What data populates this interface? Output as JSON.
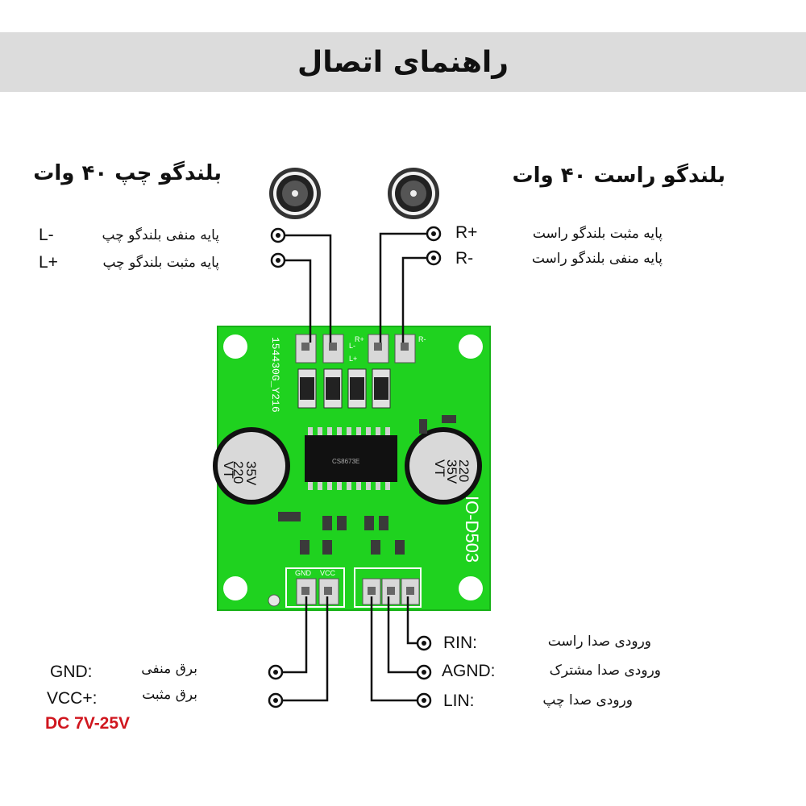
{
  "title": "راهنمای اتصال",
  "left_speaker": {
    "heading": "بلندگو چپ ۴۰ وات",
    "pins": [
      {
        "code": "L-",
        "desc": "پایه منفی بلندگو چپ"
      },
      {
        "code": "L+",
        "desc": "پایه مثبت بلندگو چپ"
      }
    ]
  },
  "right_speaker": {
    "heading": "بلندگو راست ۴۰ وات",
    "pins": [
      {
        "code": "R+",
        "desc": "پایه مثبت بلندگو راست"
      },
      {
        "code": "R-",
        "desc": "پایه منفی بلندگو راست"
      }
    ]
  },
  "power": {
    "pins": [
      {
        "code": "GND:",
        "desc": "برق منفی"
      },
      {
        "code": "VCC+:",
        "desc": "برق مثبت"
      }
    ],
    "range": "DC 7V-25V"
  },
  "audio_input": {
    "pins": [
      {
        "code": "RIN:",
        "desc": "ورودی صدا راست"
      },
      {
        "code": "AGND:",
        "desc": "ورودی صدا مشترک"
      },
      {
        "code": "LIN:",
        "desc": "ورودی صدا چپ"
      }
    ]
  },
  "board": {
    "model_text": "154430G_Y216",
    "part_text": "IO-D503",
    "chip_text": "CS8673E",
    "cap_left": [
      "220",
      "35V",
      "VT"
    ],
    "cap_right": [
      "220",
      "35V",
      "VT"
    ],
    "silk_l_plus": "L+",
    "silk_l_minus": "L-",
    "silk_r_plus": "R+",
    "silk_r_minus": "R-",
    "silk_gnd": "GND",
    "silk_vcc": "VCC"
  },
  "colors": {
    "board": "#1fd21f",
    "wire": "#111111",
    "accent_red": "#d0161e",
    "title_bg": "#dcdcdc"
  }
}
